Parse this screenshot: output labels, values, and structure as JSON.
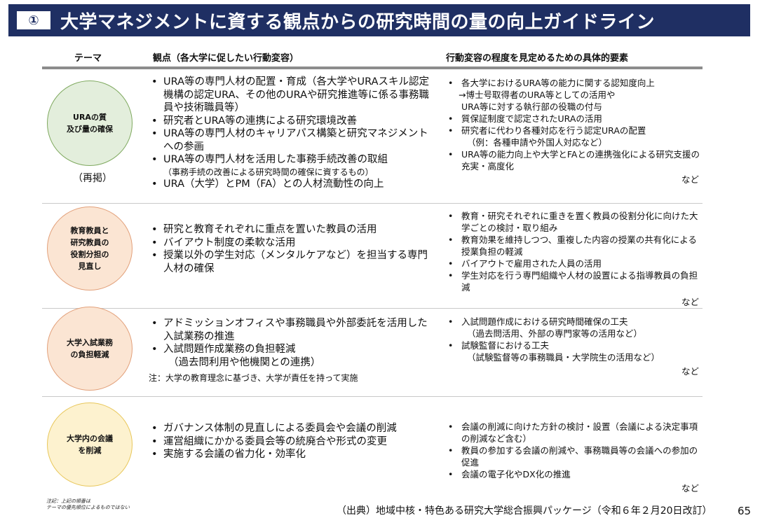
{
  "title": {
    "badge": "①",
    "text": "大学マネジメントに資する観点からの研究時間の量の向上ガイドライン"
  },
  "headers": {
    "theme": "テーマ",
    "viewpoint": "観点（各大学に促したい行動変容）",
    "elements": "行動変容の程度を見定めるための具体的要素"
  },
  "colors": {
    "title_bg": "#1f2f63",
    "circle1": {
      "fill": "#e3eedc",
      "border": "#7fa95f"
    },
    "circle2": {
      "fill": "#fbe5d3",
      "border": "#e2a07a"
    },
    "circle3": {
      "fill": "#fbe5d3",
      "border": "#e2a07a"
    },
    "circle4": {
      "fill": "#fdf2cf",
      "border": "#e8c75b"
    }
  },
  "rows": [
    {
      "theme": "URAの質\n及び量の確保",
      "repost": "（再掲）",
      "viewpoints": [
        "URA等の専門人材の配置・育成（各大学やURAスキル認定機構の認定URA、その他のURAや研究推進等に係る事務職員や技術職員等）",
        "研究者とURA等の連携による研究環境改善",
        "URA等の専門人材のキャリアパス構築と研究マネジメントへの参画",
        "URA等の専門人材を活用した事務手続改善の取組",
        "URA（大学）とPM（FA）との人材流動性の向上"
      ],
      "viewpoint_sub": "（事務手続の改善による研究時間の確保に資するもの）",
      "elements": [
        "各大学におけるURA等の能力に関する認知度向上",
        "質保証制度で認定されたURAの活用",
        "研究者に代わり各種対応を行う認定URAの配置",
        "URA等の能力向上や大学とFAとの連携強化による研究支援の充実・高度化"
      ],
      "element_subs": [
        "→博士号取得者のURA等としての活用や",
        "URA等に対する執行部の役職の付与",
        "（例：各種申請や外国人対応など）"
      ],
      "nado": "など"
    },
    {
      "theme": "教育教員と\n研究教員の\n役割分担の\n見直し",
      "viewpoints": [
        "研究と教育それぞれに重点を置いた教員の活用",
        "バイアウト制度の柔軟な活用",
        "授業以外の学生対応（メンタルケアなど）を担当する専門人材の確保"
      ],
      "elements": [
        "教育・研究それぞれに重きを置く教員の役割分化に向けた大学ごとの検討・取り組み",
        "教育効果を維持しつつ、重複した内容の授業の共有化による授業負担の軽減",
        "バイアウトで雇用された人員の活用",
        "学生対応を行う専門組織や人材の設置による指導教員の負担減"
      ],
      "nado": "など"
    },
    {
      "theme": "大学入試業務\nの負担軽減",
      "viewpoints": [
        "アドミッションオフィスや事務職員や外部委託を活用した入試業務の推進",
        "入試問題作成業務の負担軽減"
      ],
      "viewpoint_sub": "（過去問利用や他機関との連携）",
      "note": "注：大学の教育理念に基づき、大学が責任を持って実施",
      "elements": [
        "入試問題作成における研究時間確保の工夫",
        "試験監督における工夫"
      ],
      "element_subs": [
        "（過去問活用、外部の専門家等の活用など）",
        "（試験監督等の事務職員・大学院生の活用など）"
      ],
      "nado": "など"
    },
    {
      "theme": "大学内の会議\nを削減",
      "viewpoints": [
        "ガバナンス体制の見直しによる委員会や会議の削減",
        "運営組織にかかる委員会等の統廃合や形式の変更",
        "実施する会議の省力化・効率化"
      ],
      "elements": [
        "会議の削減に向けた方針の検討・設置（会議による決定事項の削減など含む）",
        "教員の参加する会議の削減や、事務職員等の会議への参加の促進",
        "会議の電子化やDX化の推進"
      ],
      "nado": "など"
    }
  ],
  "footnote": "注記：上記の順番は\nテーマの優先順位によるものではない",
  "source": "（出典）地域中核・特色ある研究大学総合振興パッケージ（令和６年２月20日改訂）",
  "page_number": "65"
}
